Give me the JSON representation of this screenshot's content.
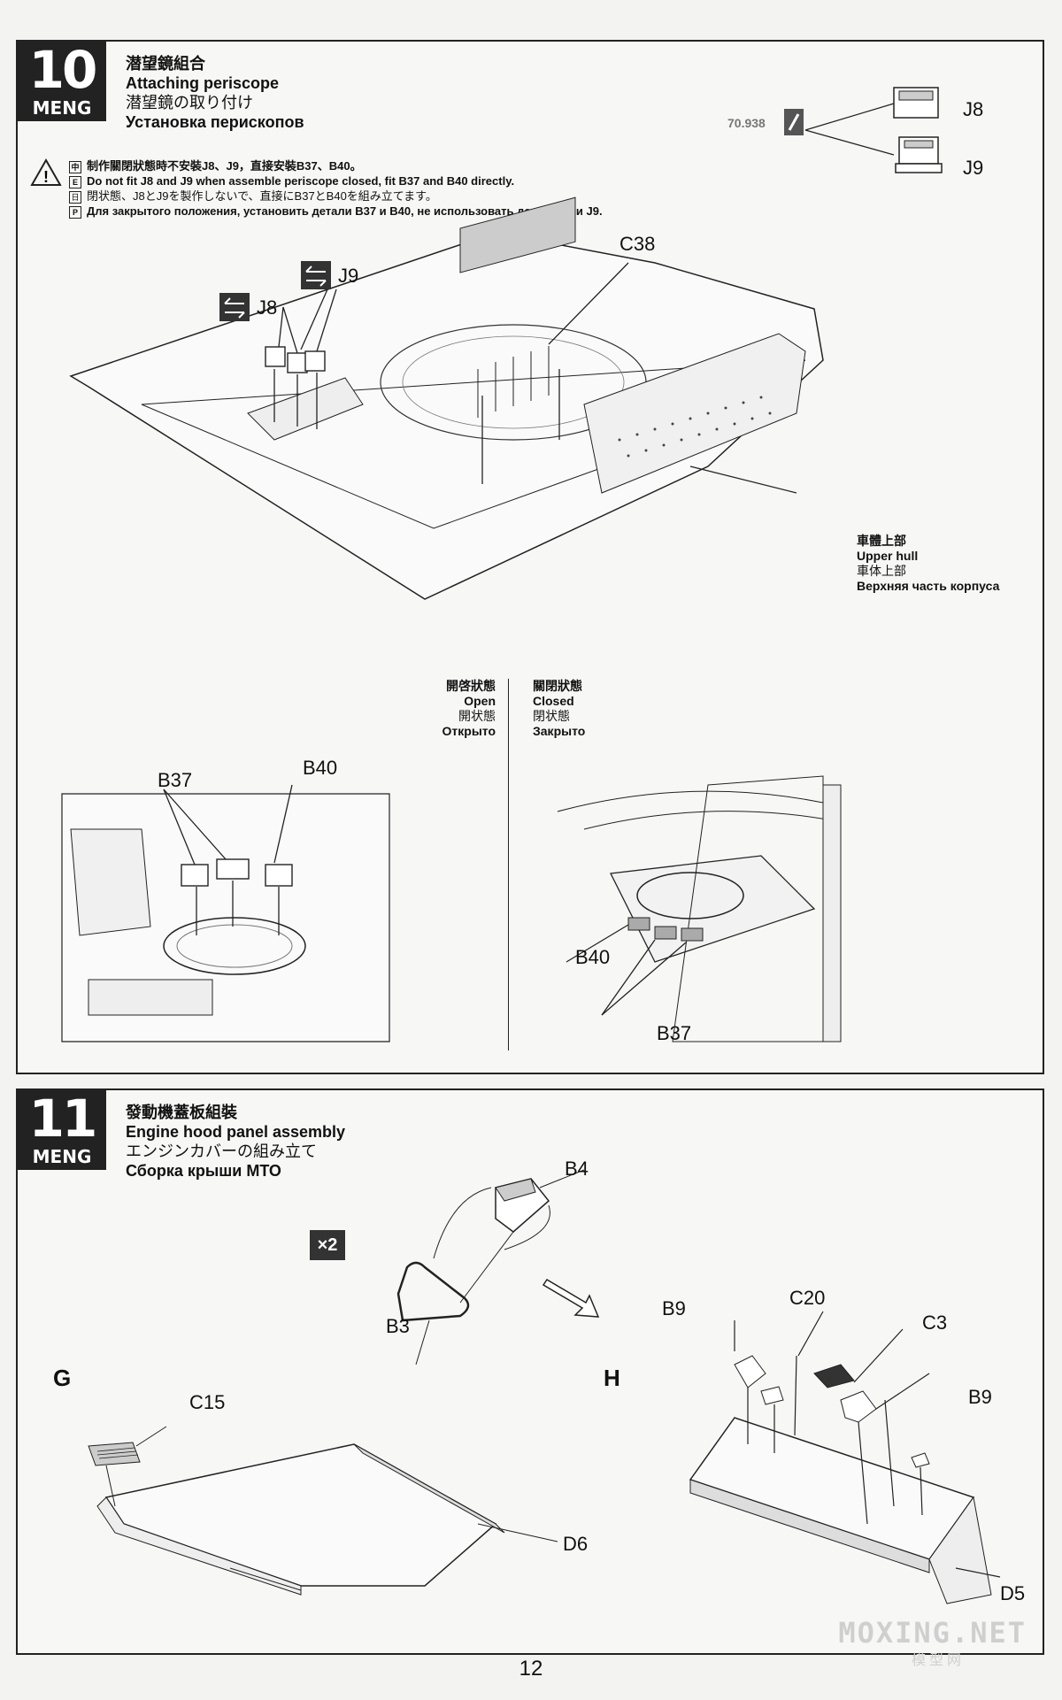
{
  "step10": {
    "number": "10",
    "brand": "MENG",
    "title_zh": "潜望鏡組合",
    "title_en": "Attaching periscope",
    "title_jp": "潜望鏡の取り付け",
    "title_ru": "Установка перископов",
    "warning": {
      "zh": "制作關閉狀態時不安裝J8、J9，直接安裝B37、B40。",
      "en": "Do not fit J8 and J9 when assemble periscope closed, fit B37 and B40 directly.",
      "jp": "閉状態、J8とJ9を製作しないで、直接にB37とB40を組み立てます。",
      "ru": "Для закрытого положения, установить детали B37 и B40, не использовать детали J8 и J9.",
      "lang_marks": [
        "中",
        "E",
        "日",
        "Р"
      ]
    },
    "paint_code": "70.938",
    "parts": {
      "j8": "J8",
      "j9": "J9",
      "c38": "C38",
      "b37": "B37",
      "b40": "B40"
    },
    "upper_hull": {
      "zh": "車體上部",
      "en": "Upper hull",
      "jp": "車体上部",
      "ru": "Верхняя часть корпуса"
    },
    "open_state": {
      "zh": "開啓狀態",
      "en": "Open",
      "jp": "開状態",
      "ru": "Открыто"
    },
    "closed_state": {
      "zh": "關閉狀態",
      "en": "Closed",
      "jp": "閉状態",
      "ru": "Закрыто"
    }
  },
  "step11": {
    "number": "11",
    "brand": "MENG",
    "title_zh": "發動機蓋板組裝",
    "title_en": "Engine hood panel assembly",
    "title_jp": "エンジンカバーの組み立て",
    "title_ru": "Сборка крыши МТО",
    "multiplier": "×2",
    "sub_g": "G",
    "sub_h": "H",
    "parts": {
      "b4": "B4",
      "b3": "B3",
      "c15": "C15",
      "d6": "D6",
      "b9": "B9",
      "c20": "C20",
      "c3": "C3",
      "d5": "D5"
    }
  },
  "page_number": "12",
  "watermark": "MOXING.NET",
  "watermark_sub": "模型网"
}
